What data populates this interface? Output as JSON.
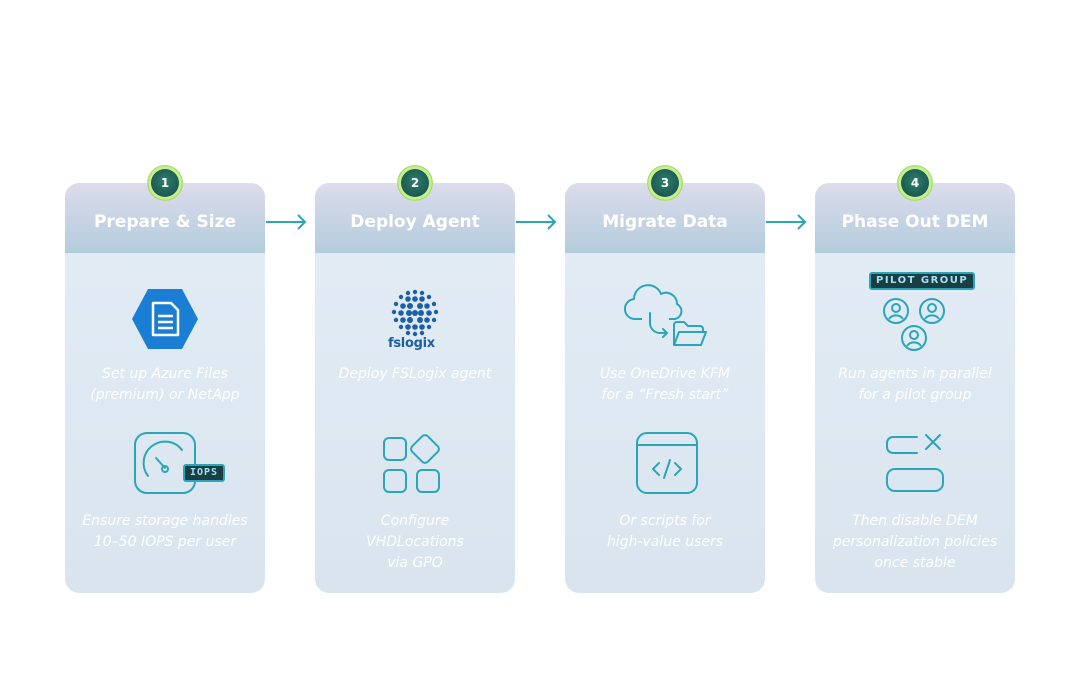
{
  "steps": [
    {
      "number": "1",
      "title": "Prepare & Size",
      "desc1": [
        "Set up Azure Files",
        "(premium) or NetApp"
      ],
      "desc2": [
        "Ensure storage handles",
        "10–50 IOPS per user"
      ],
      "icon1": "azure-files-icon",
      "icon2": "gauge-icon",
      "tag": "IOPS"
    },
    {
      "number": "2",
      "title": "Deploy Agent",
      "desc1": [
        "Deploy FSLogix agent"
      ],
      "desc2": [
        "Configure",
        "VHDLocations",
        "via GPO"
      ],
      "icon1": "fslogix-logo",
      "icon2": "apps-grid-icon",
      "logo_text": "fslogix"
    },
    {
      "number": "3",
      "title": "Migrate Data",
      "desc1": [
        "Use OneDrive KFM",
        "for a “Fresh start”"
      ],
      "desc2": [
        "Or scripts for",
        "high-value users"
      ],
      "icon1": "cloud-to-folder-icon",
      "icon2": "code-window-icon"
    },
    {
      "number": "4",
      "title": "Phase Out DEM",
      "desc1": [
        "Run agents in parallel",
        "for a pilot group"
      ],
      "desc2": [
        "Then disable DEM",
        "personalization policies",
        "once stable"
      ],
      "icon1": "pilot-users-icon",
      "icon2": "toggle-remove-icon",
      "tag": "PILOT GROUP"
    }
  ],
  "colors": {
    "accent": "#2aa6b8",
    "icon_stroke": "#2aa6b8",
    "azure_blue": "#1a7fd4",
    "badge_ring": "#c8f08a",
    "badge_fill": "#1c5c55"
  }
}
